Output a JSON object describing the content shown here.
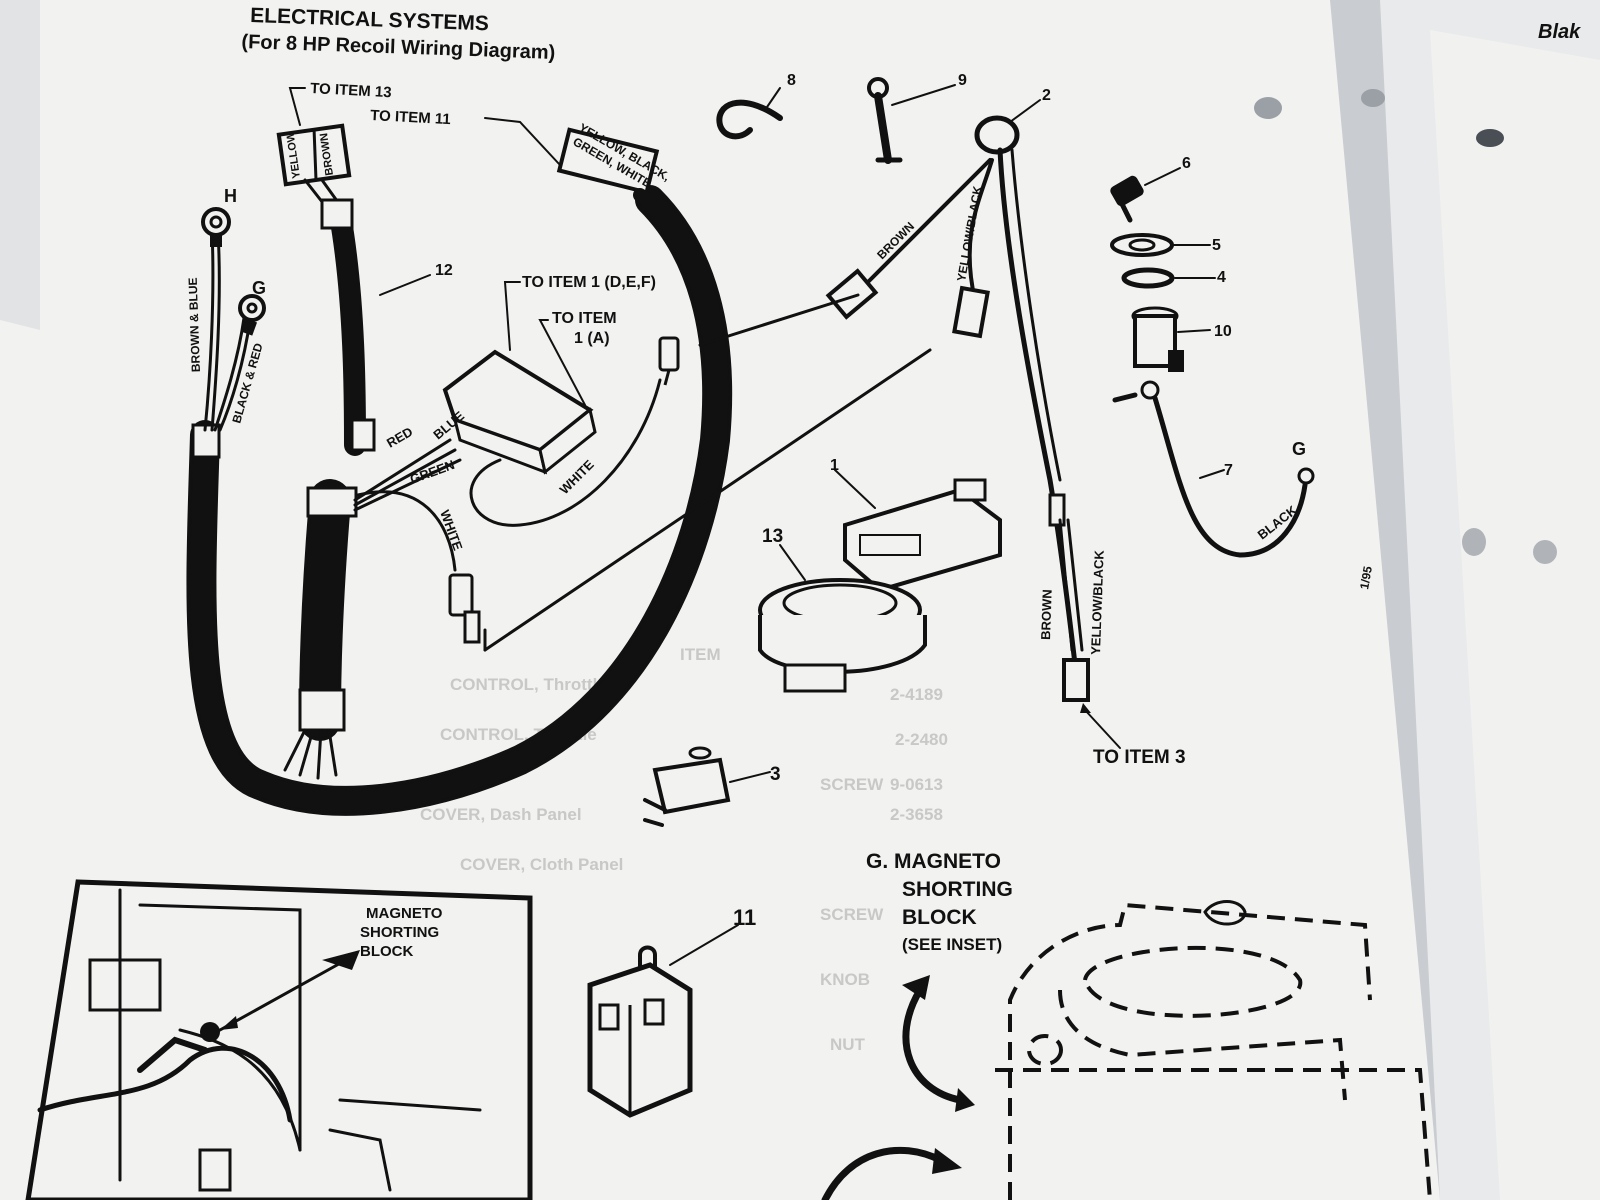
{
  "page": {
    "header_line1": "ELECTRICAL SYSTEMS",
    "header_line2": "(For 8 HP Recoil Wiring Diagram)",
    "corner_text": "Blak",
    "side_note": "1/95"
  },
  "diagram": {
    "connector_labels": {
      "to_item_13": "TO ITEM 13",
      "to_item_11": "TO ITEM 11",
      "to_item_1_def": "TO ITEM 1 (D,E,F)",
      "to_item_1a_line1": "TO ITEM",
      "to_item_1a_line2": "1 (A)",
      "to_item_3": "TO ITEM 3"
    },
    "terminal_letters": {
      "h": "H",
      "g_left": "G",
      "g_right": "G"
    },
    "wire_labels": {
      "yellow": "YELLOW",
      "brown": "BROWN",
      "yellow_black_green_white_1": "YELLOW, BLACK,",
      "yellow_black_green_white_2": "GREEN, WHITE",
      "brown_blue": "BROWN & BLUE",
      "black_red": "BLACK & RED",
      "red": "RED",
      "blue": "BLUE",
      "green": "GREEN",
      "white_1": "WHITE",
      "white_2": "WHITE",
      "brown_2": "BROWN",
      "yellow_black_1": "YELLOW/BLACK",
      "brown_3": "BROWN",
      "yellow_black_2": "YELLOW/BLACK",
      "black": "BLACK"
    },
    "item_numbers": [
      "1",
      "2",
      "3",
      "4",
      "5",
      "6",
      "7",
      "8",
      "9",
      "10",
      "11",
      "12",
      "13"
    ],
    "callouts": {
      "g_magneto_1": "G. MAGNETO",
      "g_magneto_2": "SHORTING",
      "g_magneto_3": "BLOCK",
      "see_inset": "(SEE INSET)",
      "inset_1": "MAGNETO",
      "inset_2": "SHORTING",
      "inset_3": "BLOCK"
    }
  }
}
